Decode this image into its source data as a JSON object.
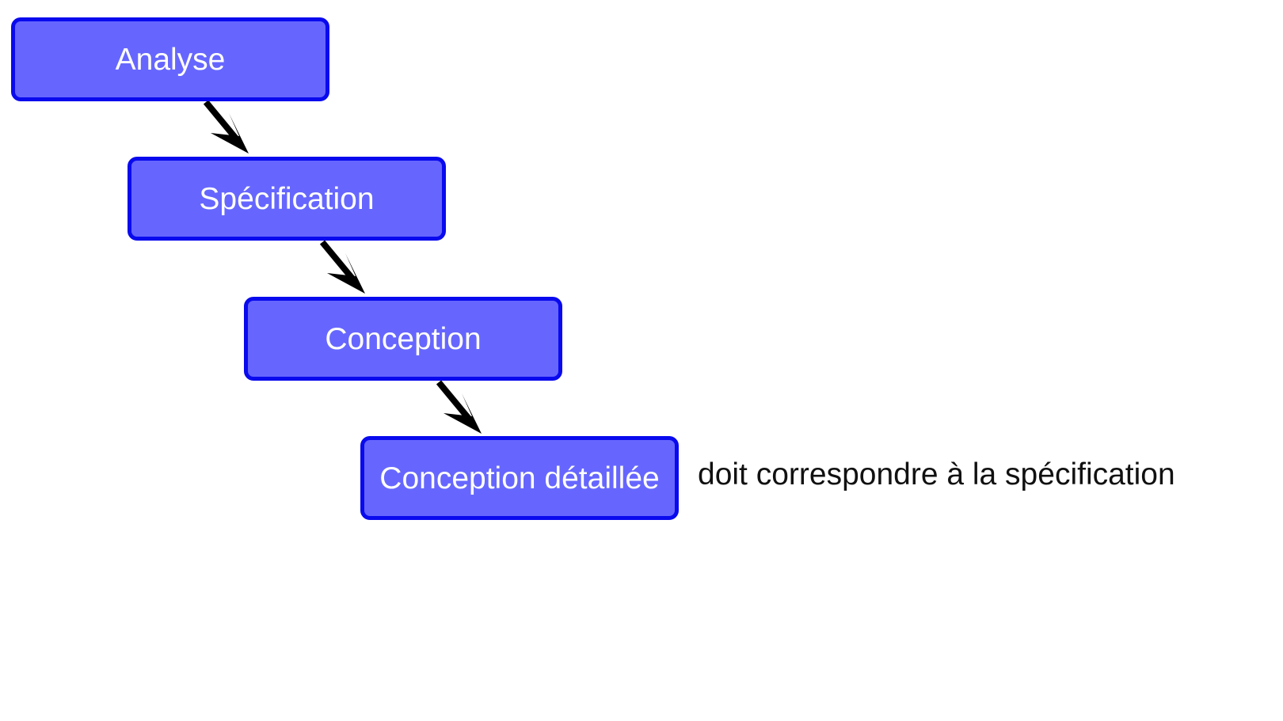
{
  "diagram": {
    "steps": [
      {
        "label": "Analyse"
      },
      {
        "label": "Spécification"
      },
      {
        "label": "Conception"
      },
      {
        "label": "Conception détaillée"
      }
    ],
    "note": "doit correspondre à la spécification",
    "colors": {
      "box_fill": "#6666ff",
      "box_border": "#0a0aee",
      "box_text": "#ffffff",
      "arrow": "#000000",
      "note_text": "#111111"
    }
  }
}
